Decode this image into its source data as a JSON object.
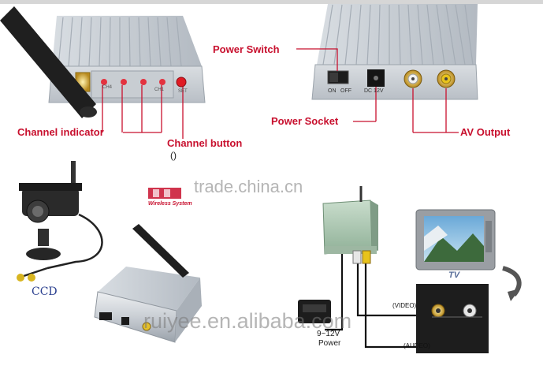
{
  "labels": {
    "power_switch": "Power Switch",
    "power_socket": "Power Socket",
    "av_output": "AV Output",
    "channel_indicator": "Channel indicator",
    "channel_button": "Channel button",
    "channel_button_sub": "()",
    "wireless_system": "Wireless System",
    "tv": "TV",
    "video": "(VIDEO)",
    "audio": "(AUDEO)",
    "power_voltage": "9~12V",
    "power": "Power",
    "ccd": "CCD"
  },
  "panel_text": {
    "ch1": "CH4",
    "ch_last": "CH1",
    "set": "SET",
    "on": "ON",
    "off": "OFF",
    "dc": "DC 12V"
  },
  "watermarks": {
    "top": "trade.china.cn",
    "bottom": "ruiyee.en.alibaba.com"
  },
  "colors": {
    "label_red": "#c8102e",
    "tv_label": "#5a6f9a",
    "watermark": "#8c8c8c"
  }
}
